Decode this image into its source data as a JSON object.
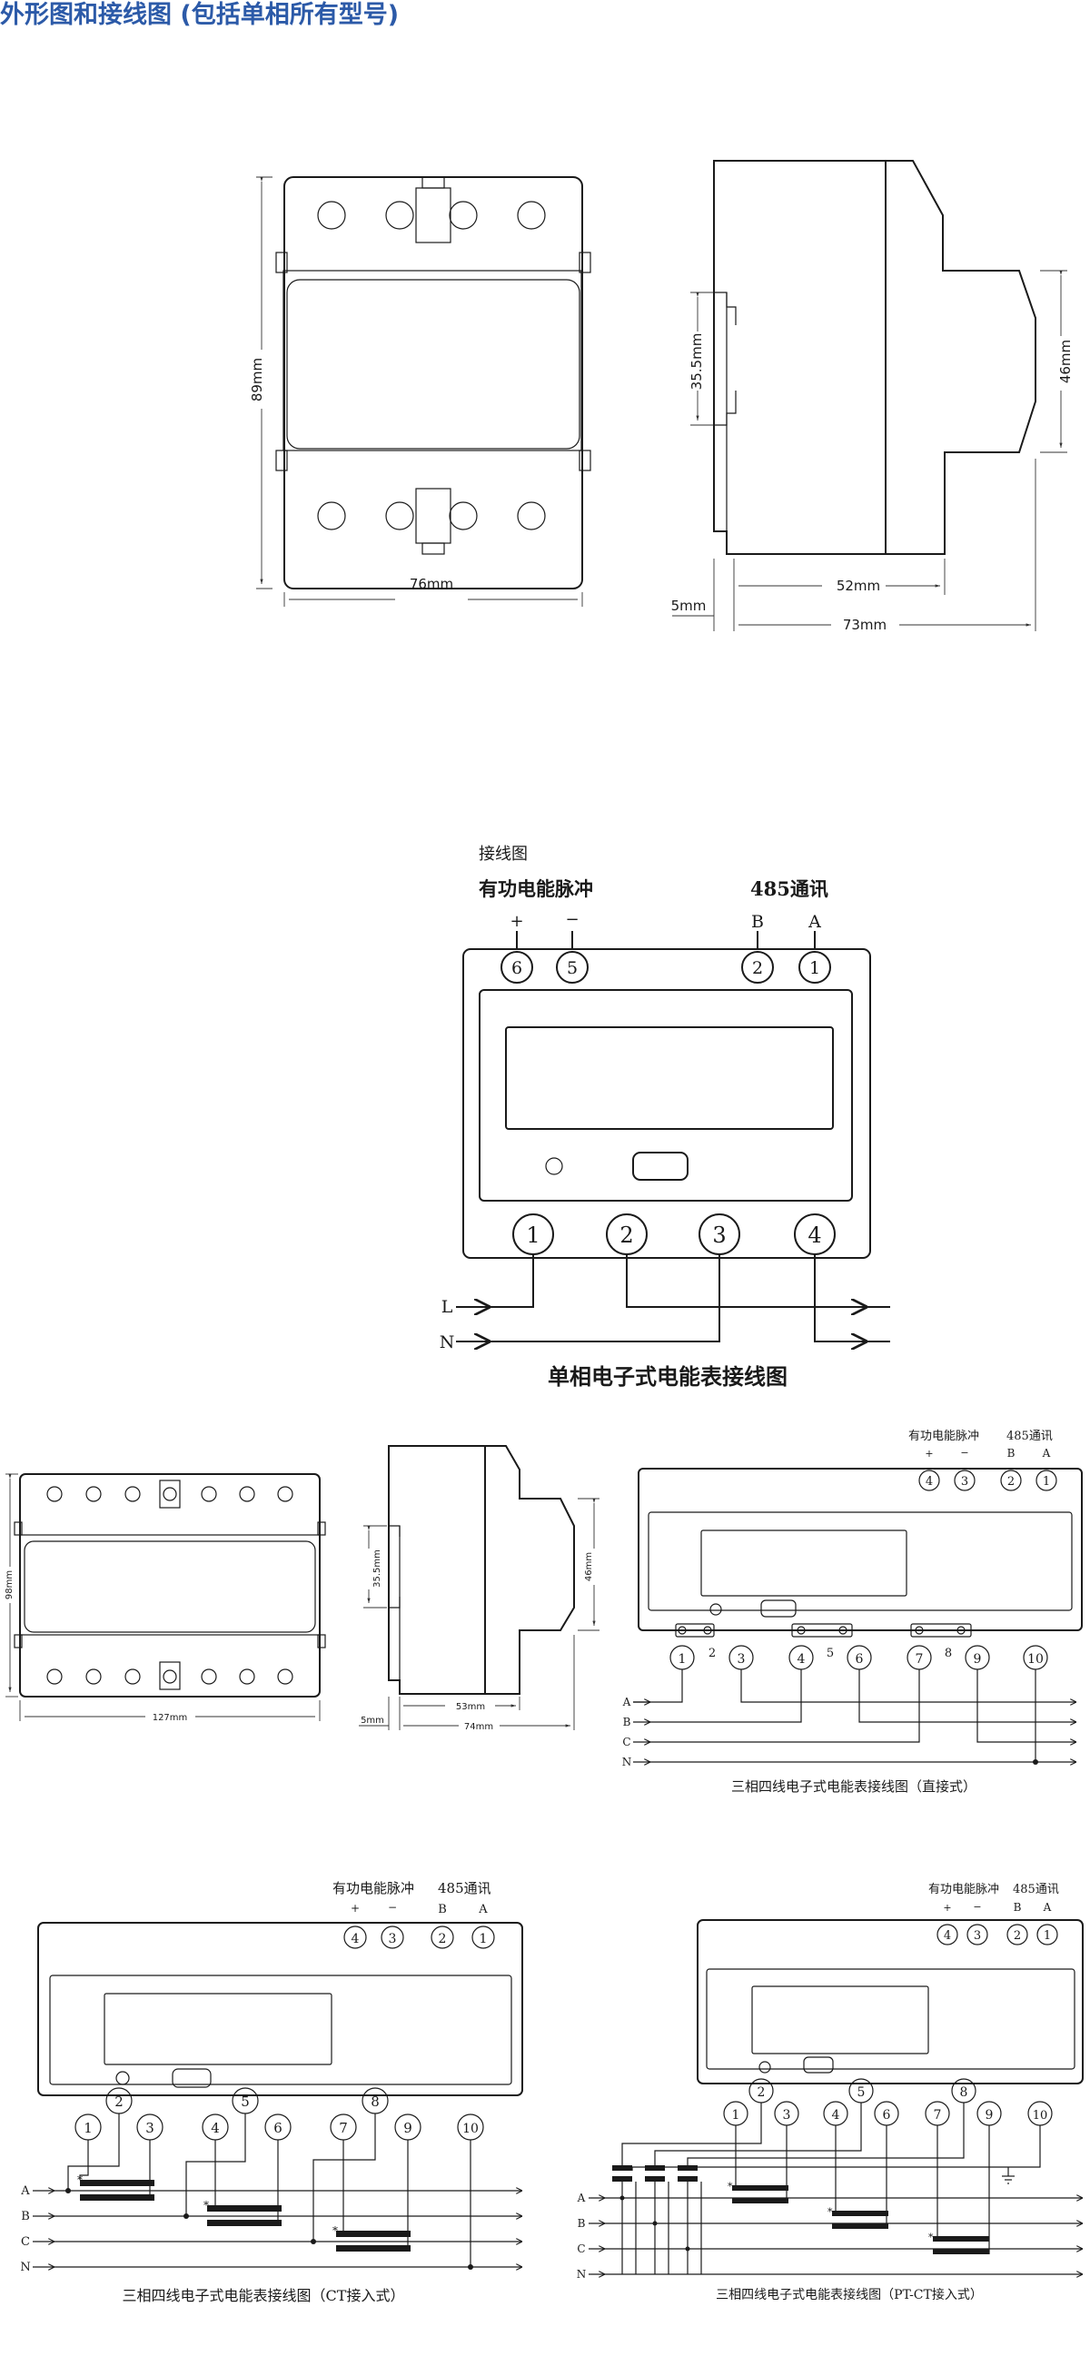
{
  "page": {
    "title": "外形图和接线图 (包括单相所有型号)"
  },
  "single_phase": {
    "front_width": "76mm",
    "front_height": "89mm",
    "side_rail": "35.5mm",
    "side_front_height": "46mm",
    "side_offset": "5mm",
    "side_depth_inner": "52mm",
    "side_depth_total": "73mm",
    "wiring_label": "接线图",
    "pulse_label": "有功电能脉冲",
    "comm_label": "485通讯",
    "pulse_plus": "+",
    "pulse_minus": "−",
    "comm_b": "B",
    "comm_a": "A",
    "top_terminals": [
      "6",
      "5",
      "2",
      "1"
    ],
    "bottom_terminals": [
      "1",
      "2",
      "3",
      "4"
    ],
    "line_l": "L",
    "line_n": "N",
    "caption": "单相电子式电能表接线图"
  },
  "three_phase": {
    "front_width": "127mm",
    "front_height": "98mm",
    "side_rail": "35.5mm",
    "side_front_height": "46mm",
    "side_offset": "5mm",
    "side_depth_inner": "53mm",
    "side_depth_total": "74mm",
    "pulse_label": "有功电能脉冲",
    "comm_label": "485通讯",
    "pulse_plus": "+",
    "pulse_minus": "−",
    "comm_b": "B",
    "comm_a": "A",
    "top_terminals": [
      "4",
      "3",
      "2",
      "1"
    ],
    "bottom_terminals": [
      "1",
      "3",
      "4",
      "6",
      "7",
      "9",
      "10"
    ],
    "bridge_labels": [
      "2",
      "5",
      "8"
    ],
    "bottom_terminals_ct": [
      "1",
      "2",
      "3",
      "4",
      "5",
      "6",
      "7",
      "8",
      "9",
      "10"
    ],
    "lines": [
      "A",
      "B",
      "C",
      "N"
    ],
    "ct_mark": "*",
    "caption_direct": "三相四线电子式电能表接线图（直接式）",
    "caption_ct": "三相四线电子式电能表接线图（CT接入式）",
    "caption_ptct": "三相四线电子式电能表接线图（PT-CT接入式）"
  }
}
